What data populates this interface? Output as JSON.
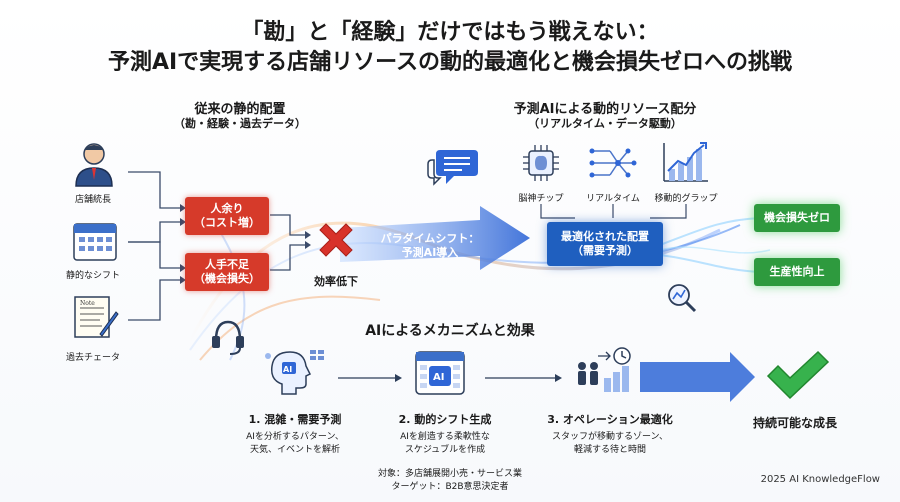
{
  "title": {
    "line1": "「勘」と「経験」だけではもう戦えない：",
    "line2": "予測AIで実現する店舗リソースの動的最適化と機会損失ゼロへの挑戦"
  },
  "left_section": {
    "heading": "従来の静的配置",
    "subheading": "（勘・経験・過去データ）",
    "inputs": [
      "店舗統長",
      "静的なシフト",
      "過去チェータ"
    ],
    "problems": [
      {
        "line1": "人余り",
        "line2": "（コスト増）"
      },
      {
        "line1": "人手不足",
        "line2": "（機会損失）"
      }
    ],
    "result": "効率低下"
  },
  "paradigm": {
    "line1": "パラダイムシフト：",
    "line2": "予測AI導入"
  },
  "right_section": {
    "heading": "予測AIによる動的リソース配分",
    "subheading": "（リアルタイム・データ駆動）",
    "sources": [
      "脳神チップ",
      "リアルタイム",
      "移動的グラップ"
    ],
    "center": {
      "line1": "最適化された配置",
      "line2": "（需要予測）"
    },
    "outcomes": [
      "機会損失ゼロ",
      "生産性向上"
    ]
  },
  "mechanism": {
    "heading": "AIによるメカニズムと効果",
    "steps": [
      {
        "title": "1. 混雑・需要予測",
        "desc1": "AIを分析するパターン、",
        "desc2": "天気、イベントを解析"
      },
      {
        "title": "2. 動的シフト生成",
        "desc1": "AIを創造する柔軟性な",
        "desc2": "スケジュブルを作成"
      },
      {
        "title": "3. オペレーション最適化",
        "desc1": "スタッフが移動するゾーン、",
        "desc2": "軽減する待と時間"
      }
    ],
    "final": "持続可能な成長"
  },
  "footer": {
    "target1": "対象：多店舗展開小売・サービス業",
    "target2": "ターゲット：B2B意思決定者",
    "credit": "2025 AI KnowledgeFlow"
  },
  "icons": [
    "manager-icon",
    "calendar-icon",
    "notes-icon",
    "close-x-icon",
    "headset-icon",
    "chat-bubble-icon",
    "brain-chip-icon",
    "network-icon",
    "growth-chart-icon",
    "analytics-icon",
    "ai-head-icon",
    "ai-calendar-icon",
    "operations-icon",
    "checkmark-icon"
  ],
  "colors": {
    "problem_red": "#d63a2a",
    "ai_blue": "#1f5fbf",
    "success_green": "#2e9a3e",
    "x_red": "#d8322a"
  }
}
